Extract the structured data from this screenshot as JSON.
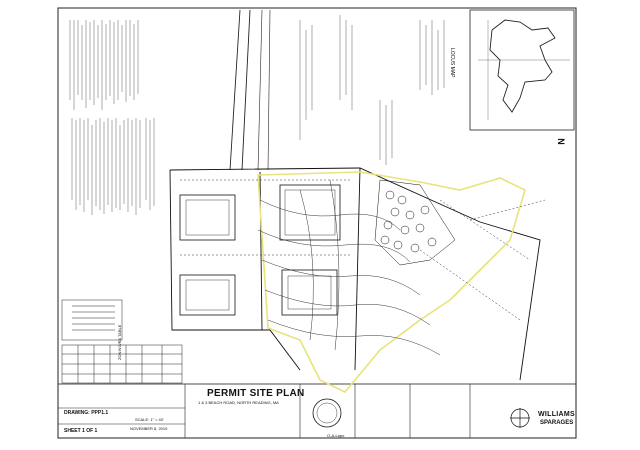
{
  "title_block": {
    "title": "PERMIT SITE PLAN",
    "address": "1 & 3 BEACH ROAD, NORTH READING, MA",
    "drawing_label": "DRAWING: PPP1.1",
    "sheet_label": "SHEET 1 OF 1",
    "scale": "SCALE: 1\" = 40'",
    "date": "NOVEMBER 8, 2019"
  },
  "stamp": {
    "text": "O-A-Lapo"
  },
  "firm": {
    "name": "WILLIAMS",
    "name2": "SPARAGES"
  },
  "north_arrow": {
    "label": "N"
  },
  "locus_map": {
    "label": "LOCUS MAP"
  },
  "zoning_table": {
    "label": "ZONING/RA TABLE"
  },
  "colors": {
    "linework": "#1a1a1a",
    "highlight": "#e8e37a",
    "paper": "#ffffff"
  }
}
